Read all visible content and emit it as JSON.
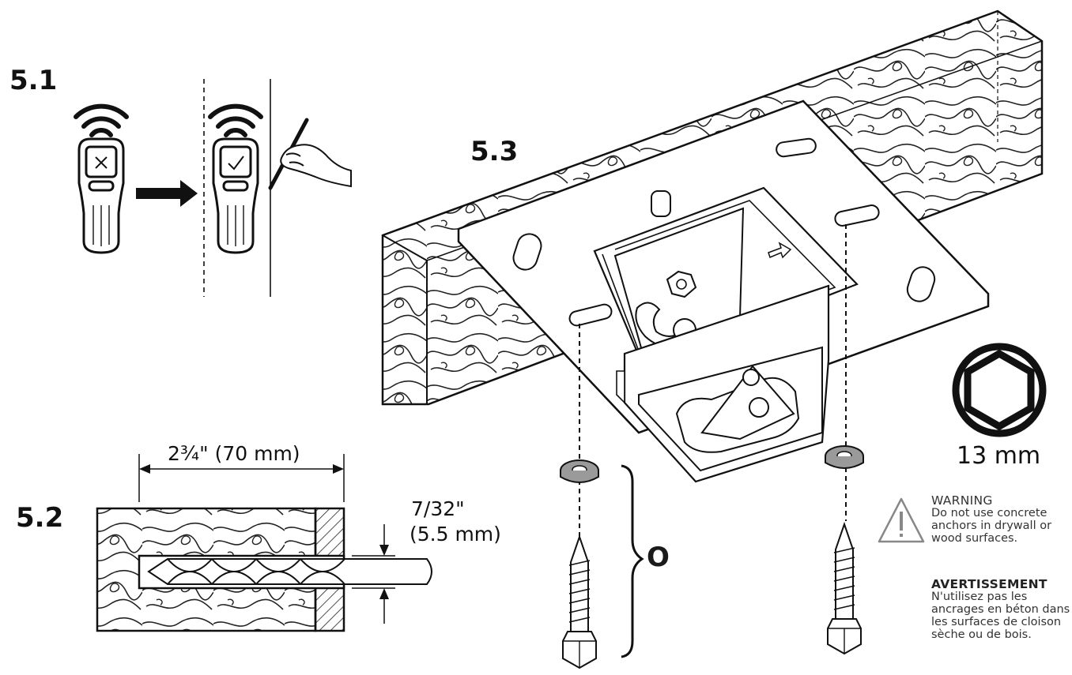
{
  "steps": {
    "s1": "5.1",
    "s2": "5.2",
    "s3": "5.3"
  },
  "drill": {
    "depth": "2¾\" (70 mm)",
    "diameter_line1": "7/32\"",
    "diameter_line2": "(5.5 mm)"
  },
  "socket": {
    "size": "13 mm"
  },
  "hardware": {
    "label": "O"
  },
  "warning": {
    "en_title": "WARNING",
    "en_body": "Do not use concrete anchors in drywall or wood surfaces.",
    "fr_title": "AVERTISSEMENT",
    "fr_body": "N'utilisez pas les ancrages en béton dans les surfaces de cloison sèche ou de bois."
  },
  "icons": {
    "stud_finder": "stud-finder-icon",
    "wifi": "wifi-icon",
    "hand": "hand-pencil-icon",
    "socket": "hex-socket-icon",
    "warning": "warning-triangle-icon"
  },
  "colors": {
    "ink": "#1a1a1a",
    "washer": "#9a9a9a",
    "text_gray": "#333333"
  }
}
